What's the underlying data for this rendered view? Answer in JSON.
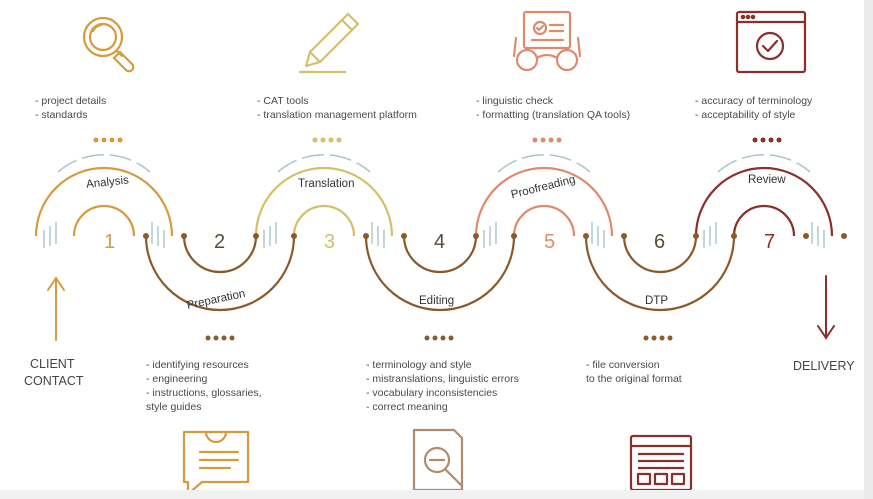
{
  "colors": {
    "analysis": "#d79a3c",
    "translation": "#d4c06a",
    "proofreading": "#e08a6c",
    "review": "#8b2f2b",
    "bottom": "#8a5a2b",
    "accent_wave": "#a8c6cc",
    "text": "#4a4a4a"
  },
  "start": {
    "line1": "CLIENT",
    "line2": "CONTACT"
  },
  "end": {
    "label": "DELIVERY"
  },
  "top_stages": [
    {
      "number": "1",
      "name": "Analysis",
      "icon": "magnifier-icon",
      "notes": [
        "- project details",
        "- standards"
      ]
    },
    {
      "number": "3",
      "name": "Translation",
      "icon": "pencil-icon",
      "notes": [
        "- CAT tools",
        "- translation management platform"
      ]
    },
    {
      "number": "5",
      "name": "Proofreading",
      "icon": "glasses-document-icon",
      "notes": [
        "- linguistic check",
        "- formatting (translation QA tools)"
      ]
    },
    {
      "number": "7",
      "name": "Review",
      "icon": "browser-check-icon",
      "notes": [
        "- accuracy of terminology",
        "- acceptability of style"
      ]
    }
  ],
  "bottom_stages": [
    {
      "number": "2",
      "name": "Preparation",
      "icon": "chat-gear-icon",
      "notes": [
        "- identifying resources",
        "- engineering",
        "- instructions, glossaries,",
        "style guides"
      ]
    },
    {
      "number": "4",
      "name": "Editing",
      "icon": "document-search-icon",
      "notes": [
        "- terminology and style",
        "- mistranslations, linguistic errors",
        "- vocabulary inconsistencies",
        "- correct meaning"
      ]
    },
    {
      "number": "6",
      "name": "DTP",
      "icon": "layout-icon",
      "notes": [
        "- file conversion",
        "to the original format"
      ]
    }
  ]
}
